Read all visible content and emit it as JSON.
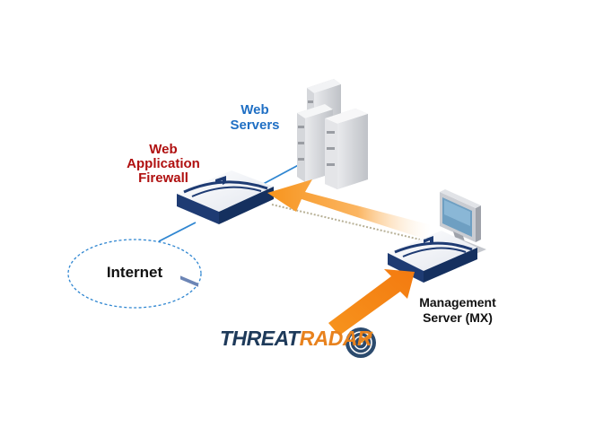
{
  "colors": {
    "web_servers_label": "#1f6fc4",
    "firewall_label": "#b01010",
    "dark_label": "#111111",
    "network_line": "#2f86d1",
    "arrow": "#f7941d",
    "threat_word": "#1e3a5a",
    "radar_word": "#e8821e",
    "device_body": "#1e3b73",
    "server_gray": "#d6d8dc"
  },
  "labels": {
    "web_servers": [
      "Web",
      "Servers"
    ],
    "firewall": [
      "Web",
      "Application",
      "Firewall"
    ],
    "management_server": [
      "Management",
      "Server (MX)"
    ],
    "internet": "Internet"
  },
  "logo": {
    "threat": "THREAT",
    "radar": "RADAR",
    "icon": "radar-target-icon"
  },
  "icons": {
    "servers": "server-rack-icon",
    "firewall": "network-appliance-icon",
    "monitor": "monitor-icon",
    "cloud": "internet-cloud-icon"
  }
}
